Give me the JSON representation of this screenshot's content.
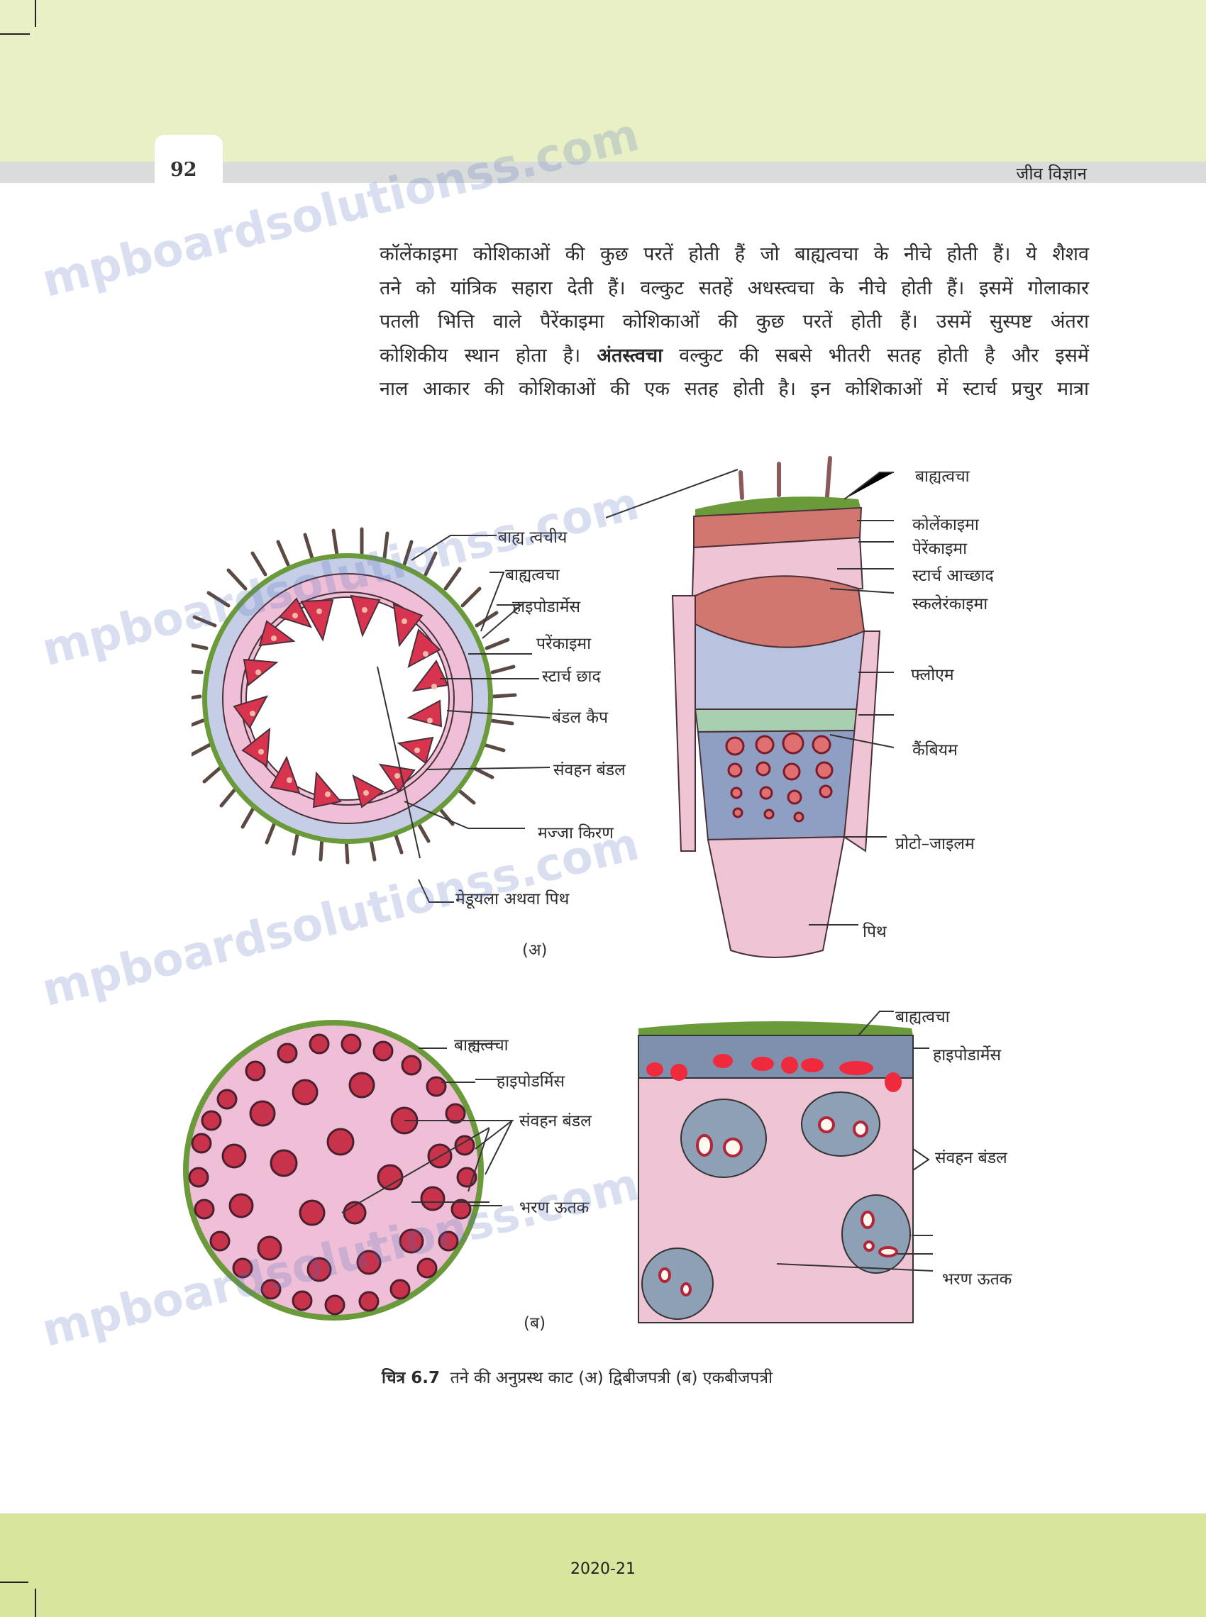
{
  "header": {
    "page_number": "92",
    "book_title": "जीव विज्ञान"
  },
  "body_text": {
    "lines": [
      "कॉलेंकाइमा कोशिकाओं की कुछ परतें होती  हैं जो बाह्यत्वचा के नीचे होती हैं। ये शैशव",
      "तने को यांत्रिक सहारा देती हैं। वल्कुट सतहें अधस्त्वचा के नीचे होती हैं। इसमें गोलाकार",
      "पतली भित्ति वाले पैरेंकाइमा कोशिकाओं की कुछ परतें होती हैं। उसमें सुस्पष्ट अंतरा",
      "नाल आकार की कोशिकाओं की एक सतह होती है। इन कोशिकाओं में स्टार्च प्रचुर मात्रा"
    ],
    "line4_prefix": "कोशिकीय स्थान होता है। ",
    "line4_bold": "अंतस्त्वचा",
    "line4_suffix": " वल्कुट की सबसे भीतरी सतह होती है और इसमें"
  },
  "figure_a": {
    "sub_label": "(अ)",
    "circle_labels": [
      "बाह्य त्वचीय",
      "बाह्यत्वचा",
      "हाइपोडार्मेस",
      "परेंकाइमा",
      "स्टार्च छाद",
      "बंडल कैप",
      "संवहन बंडल",
      "मज्जा किरण",
      "मेडूयला अथवा पिथ"
    ],
    "detail_labels": [
      "बाह्यत्वचा",
      "कोलेंकाइमा",
      "पेरेंकाइमा",
      "स्टार्च आच्छाद",
      "स्कलेरंकाइमा",
      "फ्लोएम",
      "कैंबियम",
      "प्रोटो–जाइलम",
      "पिथ"
    ]
  },
  "figure_b": {
    "sub_label": "(ब)",
    "circle_labels": [
      "बाह्यत्वचा",
      "हाइपोडर्मिस",
      "संवहन बंडल",
      "भरण ऊतक"
    ],
    "detail_labels": [
      "बाह्यत्वचा",
      "हाइपोडार्मेस",
      "संवहन बंडल",
      "भरण ऊतक"
    ]
  },
  "caption": {
    "number": "चित्र 6.7",
    "text": "तने की अनुप्रस्थ काट (अ) द्विबीजपत्री (ब) एकबीजपत्री"
  },
  "footer": {
    "year": "2020-21"
  },
  "watermark": {
    "text": "mpboardsolutionss.com"
  },
  "colors": {
    "top_band": "#e9f0c6",
    "header_strip": "#d9dcdb",
    "bottom_band": "#d8e59c",
    "tissue_pink": "#eebfd6",
    "bundle_red": "#d9344f",
    "epidermis_green": "#6b9a3a",
    "phloem_blue": "#b9c3e0"
  }
}
